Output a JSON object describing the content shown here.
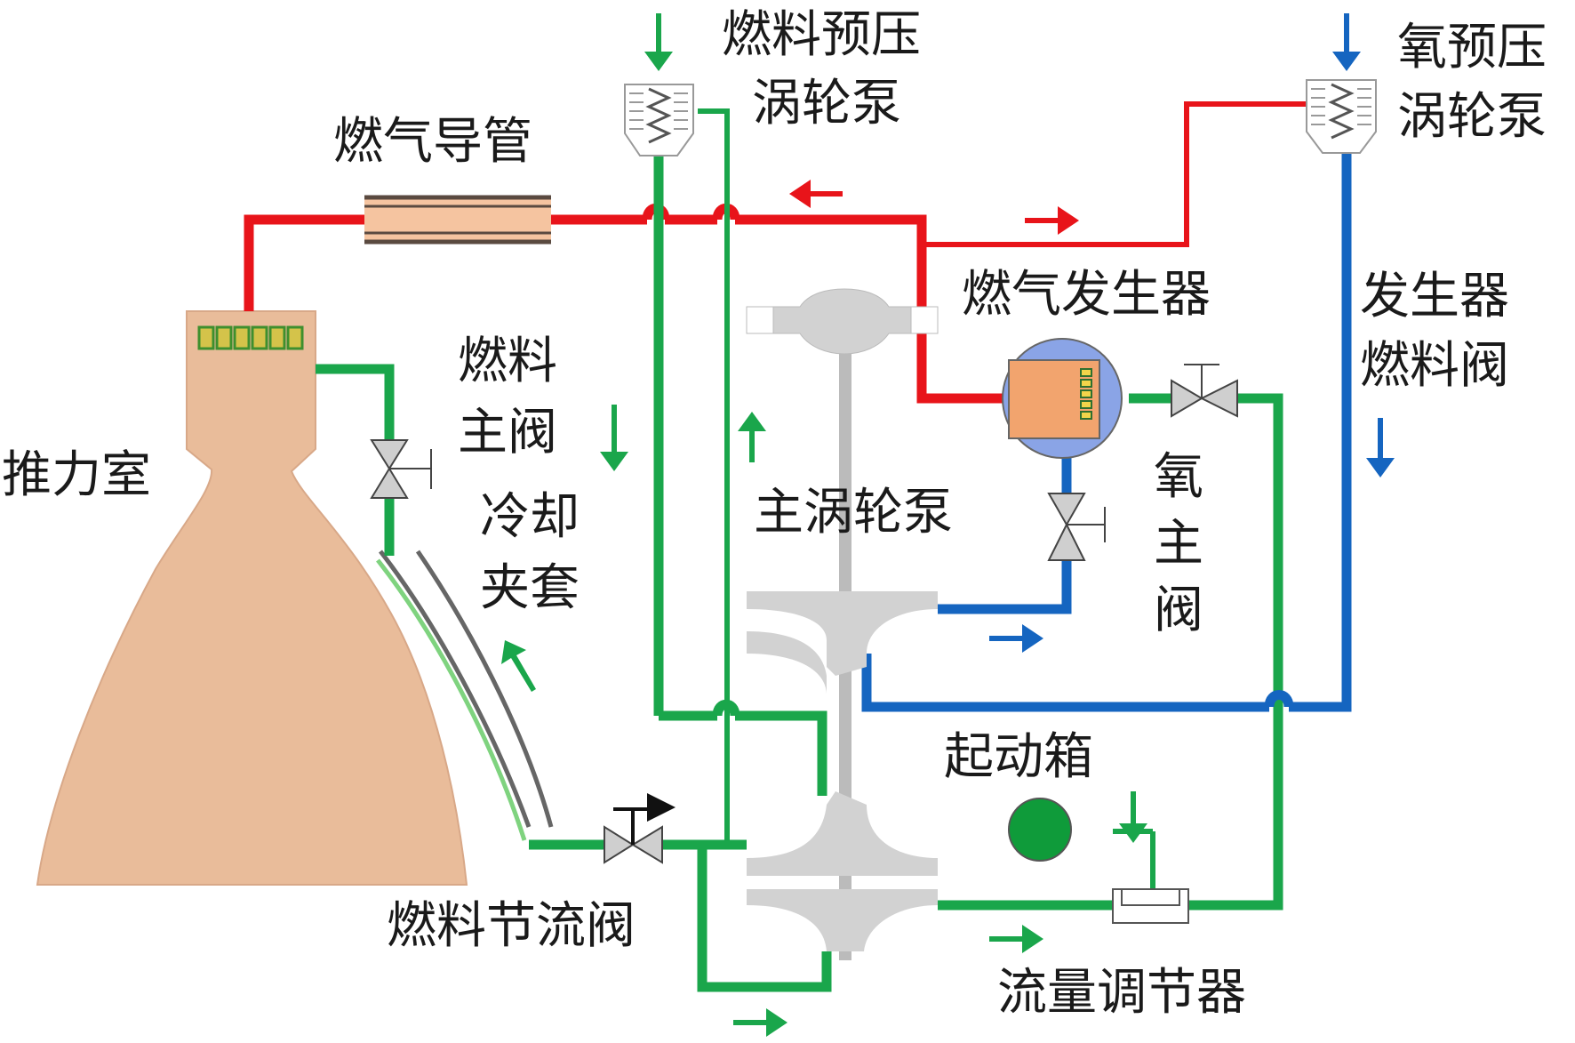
{
  "labels": {
    "fuel_prepress_pump_line1": "燃料预压",
    "fuel_prepress_pump_line2": "涡轮泵",
    "ox_prepress_pump_line1": "氧预压",
    "ox_prepress_pump_line2": "涡轮泵",
    "gas_duct": "燃气导管",
    "gas_generator": "燃气发生器",
    "gen_fuel_valve_line1": "发生器",
    "gen_fuel_valve_line2": "燃料阀",
    "fuel_main_valve_line1": "燃料",
    "fuel_main_valve_line2": "主阀",
    "thrust_chamber": "推力室",
    "cooling_jacket_line1": "冷却",
    "cooling_jacket_line2": "夹套",
    "main_turbopump": "主涡轮泵",
    "ox_main_valve_line1": "氧",
    "ox_main_valve_line2": "主",
    "ox_main_valve_line3": "阀",
    "start_tank": "起动箱",
    "fuel_throttle_valve": "燃料节流阀",
    "flow_regulator": "流量调节器"
  },
  "colors": {
    "hot_gas": "#e8141a",
    "fuel": "#1aa64b",
    "oxidizer": "#1565c0",
    "chamber": "#e9bc9a",
    "machinery": "#cccccc",
    "generator_shell": "#8aa4e6",
    "generator_core": "#f2a46e",
    "start_tank": "#0f9b3a",
    "text": "#1a1a1a"
  }
}
